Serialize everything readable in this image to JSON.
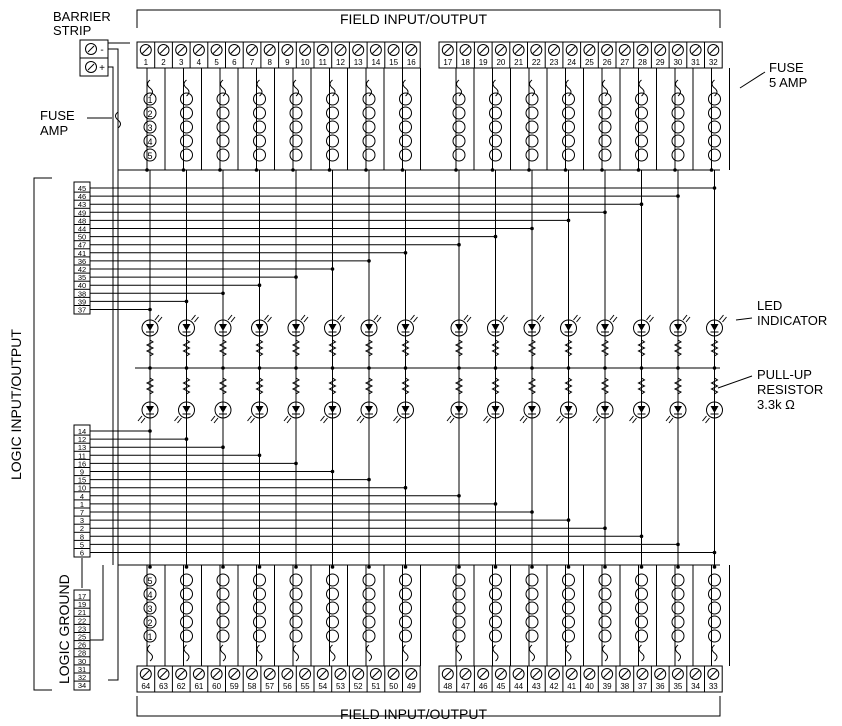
{
  "labels": {
    "barrier_strip_1": "BARRIER",
    "barrier_strip_2": "STRIP",
    "field_top": "FIELD INPUT/OUTPUT",
    "field_bottom": "FIELD INPUT/OUTPUT",
    "fuse_left_1": "FUSE",
    "fuse_left_2": "AMP",
    "fuse_right_1": "FUSE",
    "fuse_right_2": "5 AMP",
    "led_1": "LED",
    "led_2": "INDICATOR",
    "pullup_1": "PULL-UP",
    "pullup_2": "RESISTOR",
    "pullup_3": "3.3k Ω",
    "logic_io": "LOGIC INPUT/OUTPUT",
    "logic_ground": "LOGIC GROUND",
    "barrier_minus": "-",
    "barrier_plus": "+"
  },
  "module_numbers": [
    "1",
    "2",
    "3",
    "4",
    "5"
  ],
  "module_numbers_bottom": [
    "5",
    "4",
    "3",
    "2",
    "1"
  ],
  "top_terminals": [
    "1",
    "2",
    "3",
    "4",
    "5",
    "6",
    "7",
    "8",
    "9",
    "10",
    "11",
    "12",
    "13",
    "14",
    "15",
    "16",
    "17",
    "18",
    "19",
    "20",
    "21",
    "22",
    "23",
    "24",
    "25",
    "26",
    "27",
    "28",
    "29",
    "30",
    "31",
    "32"
  ],
  "bottom_terminals": [
    "64",
    "63",
    "62",
    "61",
    "60",
    "59",
    "58",
    "57",
    "56",
    "55",
    "54",
    "53",
    "52",
    "51",
    "50",
    "49",
    "48",
    "47",
    "46",
    "45",
    "44",
    "43",
    "42",
    "41",
    "40",
    "39",
    "38",
    "37",
    "36",
    "35",
    "34",
    "33"
  ],
  "logic_pins_upper": [
    "45",
    "46",
    "43",
    "49",
    "48",
    "44",
    "50",
    "47",
    "41",
    "36",
    "42",
    "35",
    "40",
    "38",
    "39",
    "37"
  ],
  "logic_pins_lower": [
    "14",
    "12",
    "13",
    "11",
    "16",
    "9",
    "15",
    "10",
    "4",
    "1",
    "7",
    "3",
    "2",
    "8",
    "5",
    "6"
  ],
  "logic_ground_pins": [
    "17",
    "19",
    "21",
    "22",
    "23",
    "25",
    "26",
    "28",
    "30",
    "31",
    "32",
    "34"
  ]
}
